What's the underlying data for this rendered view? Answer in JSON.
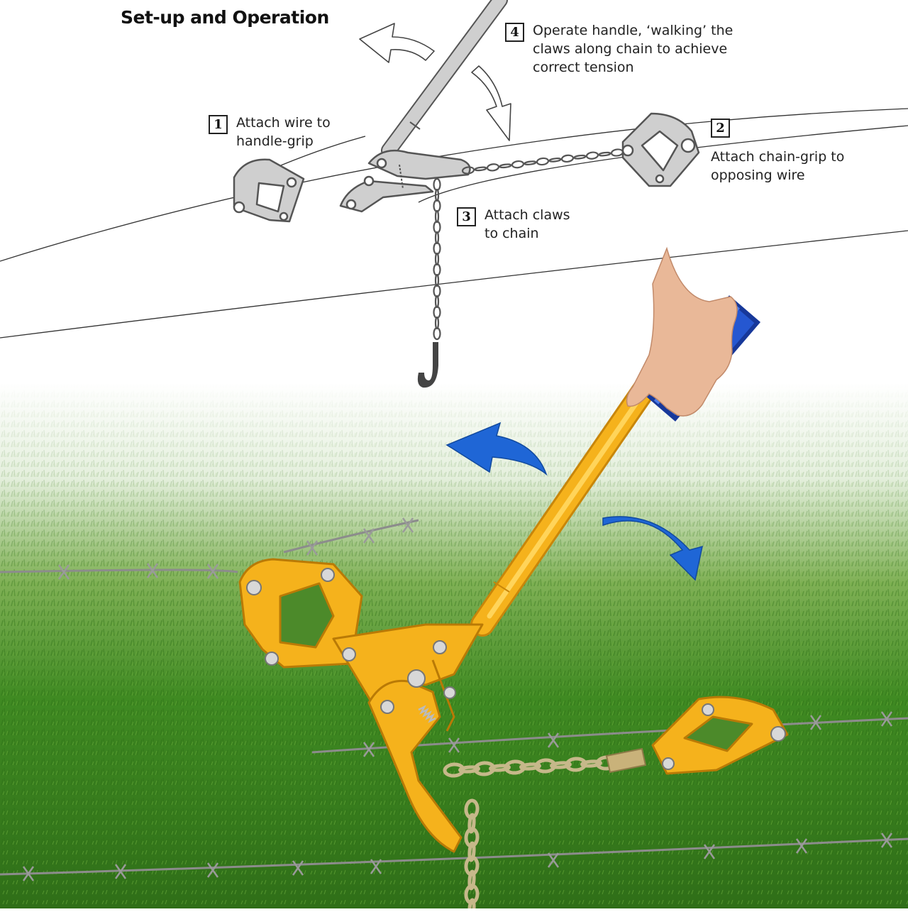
{
  "title": "Set-up and Operation",
  "steps": [
    {
      "number": "1",
      "text": "Attach wire to\nhandle-grip"
    },
    {
      "number": "2",
      "text": "Attach chain-grip to\nopposing wire"
    },
    {
      "number": "3",
      "text": "Attach claws\nto chain"
    },
    {
      "number": "4",
      "text": "Operate handle, ‘walking’ the\nclaws along chain to achieve\ncorrect tension"
    }
  ],
  "colors": {
    "tool_yellow": "#f5b21c",
    "handle_blue": "#1f4fc4",
    "arrow_blue": "#1f66d6",
    "grass": "#3e8a1f",
    "sketch_gray": "#c9c9c9",
    "line_dark": "#444444"
  }
}
